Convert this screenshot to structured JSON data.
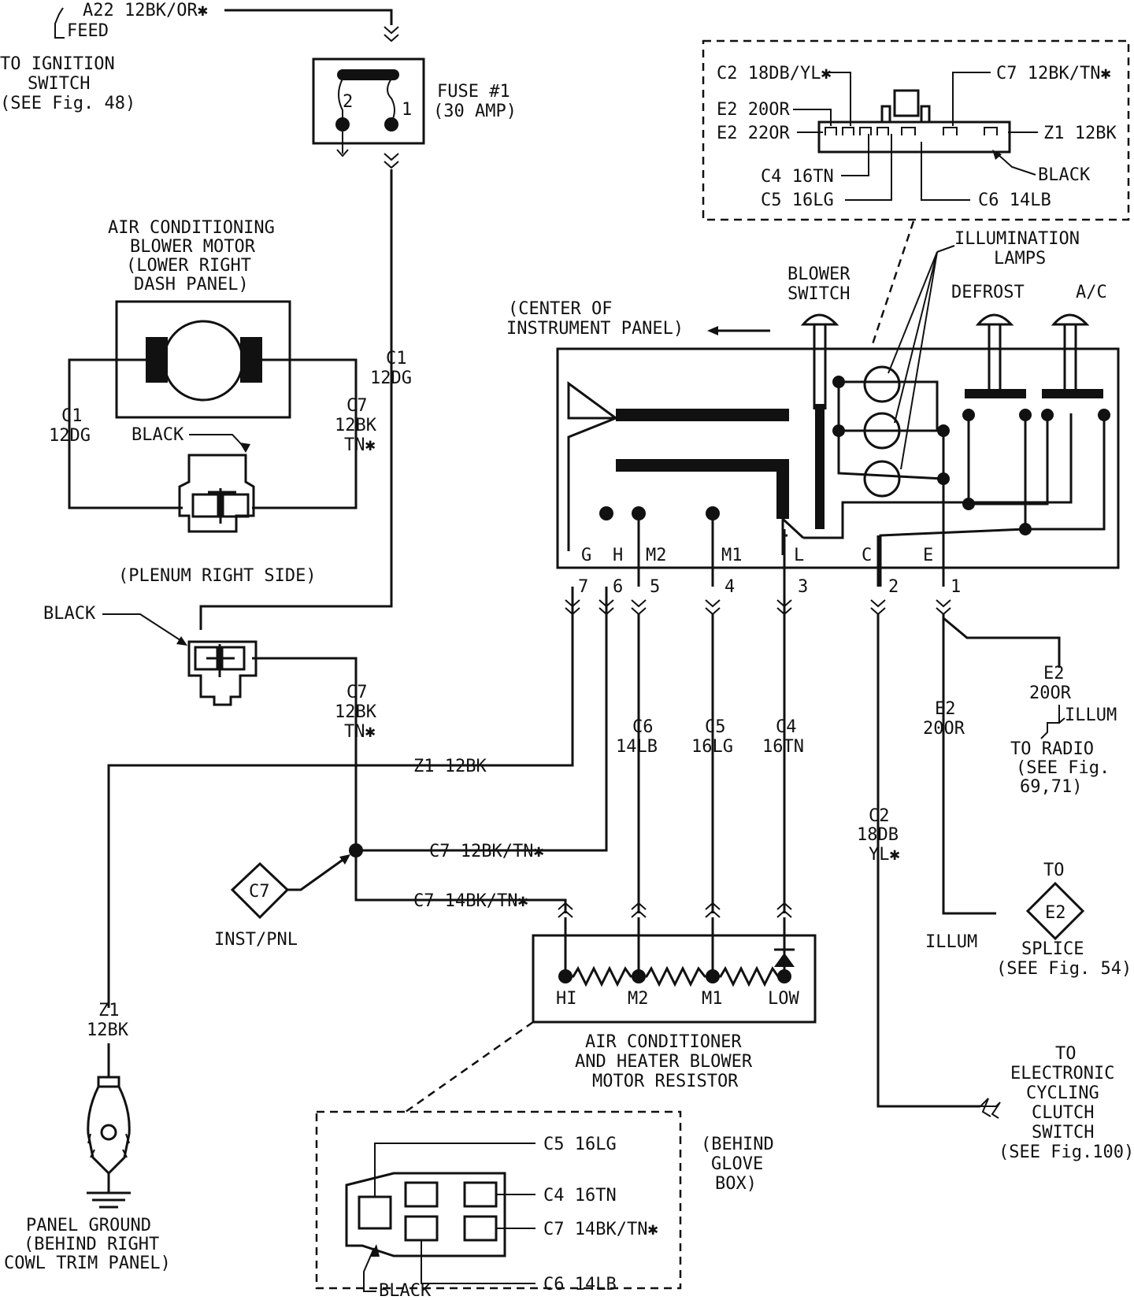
{
  "labels": {
    "a22_wire": "A22 12BK/OR✱",
    "feed": "FEED",
    "to_ignition_1": "TO IGNITION",
    "to_ignition_2": "SWITCH",
    "to_ignition_3": "(SEE Fig. 48)",
    "fuse_1": "FUSE #1",
    "fuse_2": "(30 AMP)",
    "fuse_pin_2": "2",
    "fuse_pin_1": "1",
    "blower_motor_1": "AIR CONDITIONING",
    "blower_motor_2": "BLOWER MOTOR",
    "blower_motor_3": "(LOWER RIGHT",
    "blower_motor_4": "DASH PANEL)",
    "motor_c1_1": "C1",
    "motor_c1_2": "12DG",
    "black_motor": "BLACK",
    "motor_c7_1": "C7",
    "motor_c7_2": "12BK",
    "motor_c7_3": "TN✱",
    "riser_c1_1": "C1",
    "riser_c1_2": "12DG",
    "plenum": "(PLENUM RIGHT SIDE)",
    "black_plenum": "BLACK",
    "c7_mid_1": "C7",
    "c7_mid_2": "12BK",
    "c7_mid_3": "TN✱",
    "z1_wire": "Z1 12BK",
    "c7_12bk": "C7 12BK/TN✱",
    "c7_14bk": "C7 14BK/TN✱",
    "c7_splice": "C7",
    "inst_pnl": "INST/PNL",
    "z1_ground_1": "Z1",
    "z1_ground_2": "12BK",
    "panel_ground_1": "PANEL GROUND",
    "panel_ground_2": "(BEHIND RIGHT",
    "panel_ground_3": "COWL TRIM PANEL)",
    "conn_top_c2": "C2 18DB/YL✱",
    "conn_top_c7": "C7 12BK/TN✱",
    "conn_top_e2_200": "E2 20OR",
    "conn_top_e2_220": "E2 22OR",
    "conn_top_z1": "Z1 12BK",
    "conn_top_black": "BLACK",
    "conn_top_c4": "C4 16TN",
    "conn_top_c5": "C5 16LG",
    "conn_top_c6": "C6 14LB",
    "illum_lamps_1": "ILLUMINATION",
    "illum_lamps_2": "LAMPS",
    "blower_switch_1": "BLOWER",
    "blower_switch_2": "SWITCH",
    "defrost": "DEFROST",
    "ac": "A/C",
    "center_panel_1": "(CENTER OF",
    "center_panel_2": "INSTRUMENT PANEL)",
    "term_g": "G",
    "term_h": "H",
    "term_m2": "M2",
    "term_m1": "M1",
    "term_l": "L",
    "term_c": "C",
    "term_e": "E",
    "pin_7": "7",
    "pin_6": "6",
    "pin_5": "5",
    "pin_4": "4",
    "pin_3": "3",
    "pin_2": "2",
    "pin_1": "1",
    "c6_1": "C6",
    "c6_2": "14LB",
    "c5_1": "C5",
    "c5_2": "16LG",
    "c4_1": "C4",
    "c4_2": "16TN",
    "e2_riser_1": "E2",
    "e2_riser_2": "20OR",
    "e2_right_1": "E2",
    "e2_right_2": "20OR",
    "illum_radio": "ILLUM",
    "to_radio_1": "TO RADIO",
    "to_radio_2": "(SEE Fig.",
    "to_radio_3": "69,71)",
    "c2_1": "C2",
    "c2_2": "18DB",
    "c2_3": "YL✱",
    "to_splice": "TO",
    "e2_splice": "E2",
    "illum_splice": "ILLUM",
    "splice_1": "SPLICE",
    "splice_2": "(SEE Fig. 54)",
    "res_hi": "HI",
    "res_m2": "M2",
    "res_m1": "M1",
    "res_low": "LOW",
    "resistor_1": "AIR CONDITIONER",
    "resistor_2": "AND HEATER BLOWER",
    "resistor_3": "MOTOR RESISTOR",
    "to_clutch_1": "TO",
    "to_clutch_2": "ELECTRONIC",
    "to_clutch_3": "CYCLING",
    "to_clutch_4": "CLUTCH",
    "to_clutch_5": "SWITCH",
    "to_clutch_6": "(SEE Fig.100)",
    "conn_bot_c5": "C5 16LG",
    "conn_bot_c4": "C4 16TN",
    "conn_bot_c7": "C7 14BK/TN✱",
    "conn_bot_c6": "C6 14LB",
    "conn_bot_black": "BLACK",
    "glove_1": "(BEHIND",
    "glove_2": "GLOVE",
    "glove_3": "BOX)"
  }
}
